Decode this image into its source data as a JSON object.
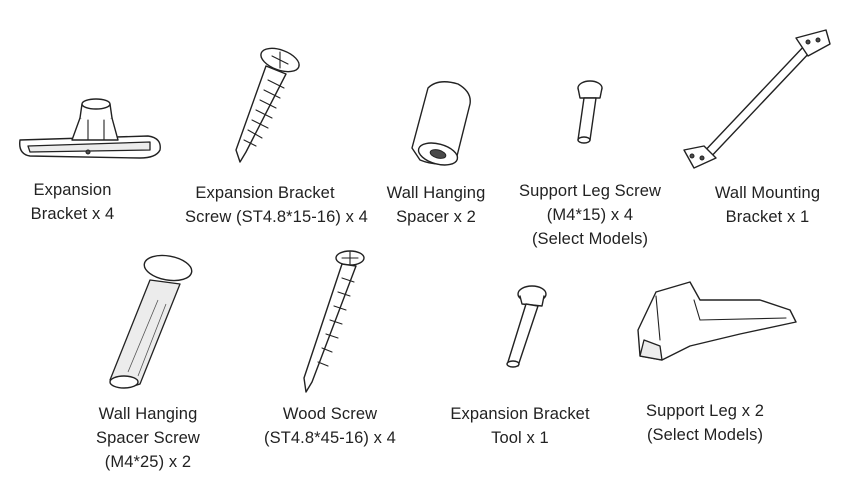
{
  "parts": [
    {
      "name": "Expansion Bracket",
      "lines": [
        "Expansion",
        "Bracket x 4"
      ]
    },
    {
      "name": "Expansion Bracket Screw",
      "lines": [
        "Expansion Bracket",
        "Screw (ST4.8*15-16) x 4"
      ]
    },
    {
      "name": "Wall Hanging Spacer",
      "lines": [
        "Wall Hanging",
        "Spacer x 2"
      ]
    },
    {
      "name": "Support Leg Screw",
      "lines": [
        "Support Leg Screw",
        "(M4*15) x 4",
        "(Select Models)"
      ]
    },
    {
      "name": "Wall Mounting Bracket",
      "lines": [
        "Wall Mounting",
        "Bracket x 1"
      ]
    },
    {
      "name": "Wall Hanging Spacer Screw",
      "lines": [
        "Wall Hanging",
        "Spacer Screw",
        "(M4*25) x 2"
      ]
    },
    {
      "name": "Wood Screw",
      "lines": [
        "Wood Screw",
        "(ST4.8*45-16) x 4"
      ]
    },
    {
      "name": "Expansion Bracket Tool",
      "lines": [
        "Expansion Bracket",
        "Tool x 1"
      ]
    },
    {
      "name": "Support Leg",
      "lines": [
        "Support Leg x 2",
        "(Select Models)"
      ]
    }
  ]
}
